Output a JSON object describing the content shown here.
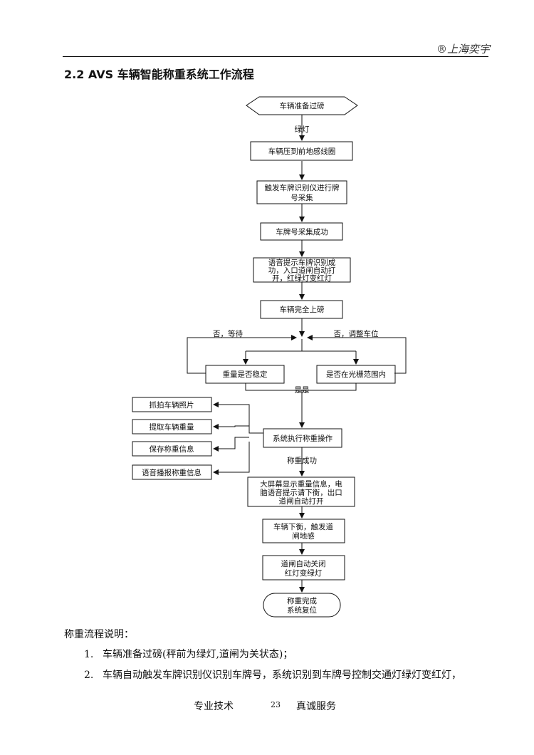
{
  "header": {
    "brand": "®上海奕宇"
  },
  "section": {
    "title": "2.2 AVS 车辆智能称重系统工作流程"
  },
  "flowchart": {
    "start": "车辆准备过磅",
    "green_light": "绿灯",
    "step1": "车辆压到前地感线圈",
    "step2_line1": "触发车牌识别仪进行牌",
    "step2_line2": "号采集",
    "step3": "车牌号采集成功",
    "step4_line1": "语音提示车牌识别成",
    "step4_line2": "功，入口道闸自动打",
    "step4_line3": "开，红绿灯变红灯",
    "step5": "车辆完全上磅",
    "no_wait": "否，等待",
    "no_adjust": "否，调整车位",
    "check_stable": "重量是否稳定",
    "check_range": "是否在光栅范围内",
    "yes_yes": "是是",
    "action1": "抓拍车辆照片",
    "action2": "提取车辆重量",
    "action3": "保存称重信息",
    "action4": "语音播报称重信息",
    "weigh": "系统执行称重操作",
    "weigh_success": "称重成功",
    "display_line1": "大屏幕显示重量信息，电",
    "display_line2": "脑语音提示请下衡，出口",
    "display_line3": "道闸自动打开",
    "leave_line1": "车辆下衡，触发道",
    "leave_line2": "闸地感",
    "close_line1": "道闸自动关闭",
    "close_line2": "红灯变绿灯",
    "end_line1": "称重完成",
    "end_line2": "系统复位"
  },
  "description": {
    "title": "称重流程说明：",
    "items": [
      {
        "num": "1.",
        "text": "车辆准备过磅(秤前为绿灯,道闸为关状态)；"
      },
      {
        "num": "2.",
        "text": "车辆自动触发车牌识别仪识别车牌号，系统识别到车牌号控制交通灯绿灯变红灯，"
      }
    ]
  },
  "footer": {
    "left": "专业技术",
    "page": "23",
    "right": "真诚服务"
  }
}
